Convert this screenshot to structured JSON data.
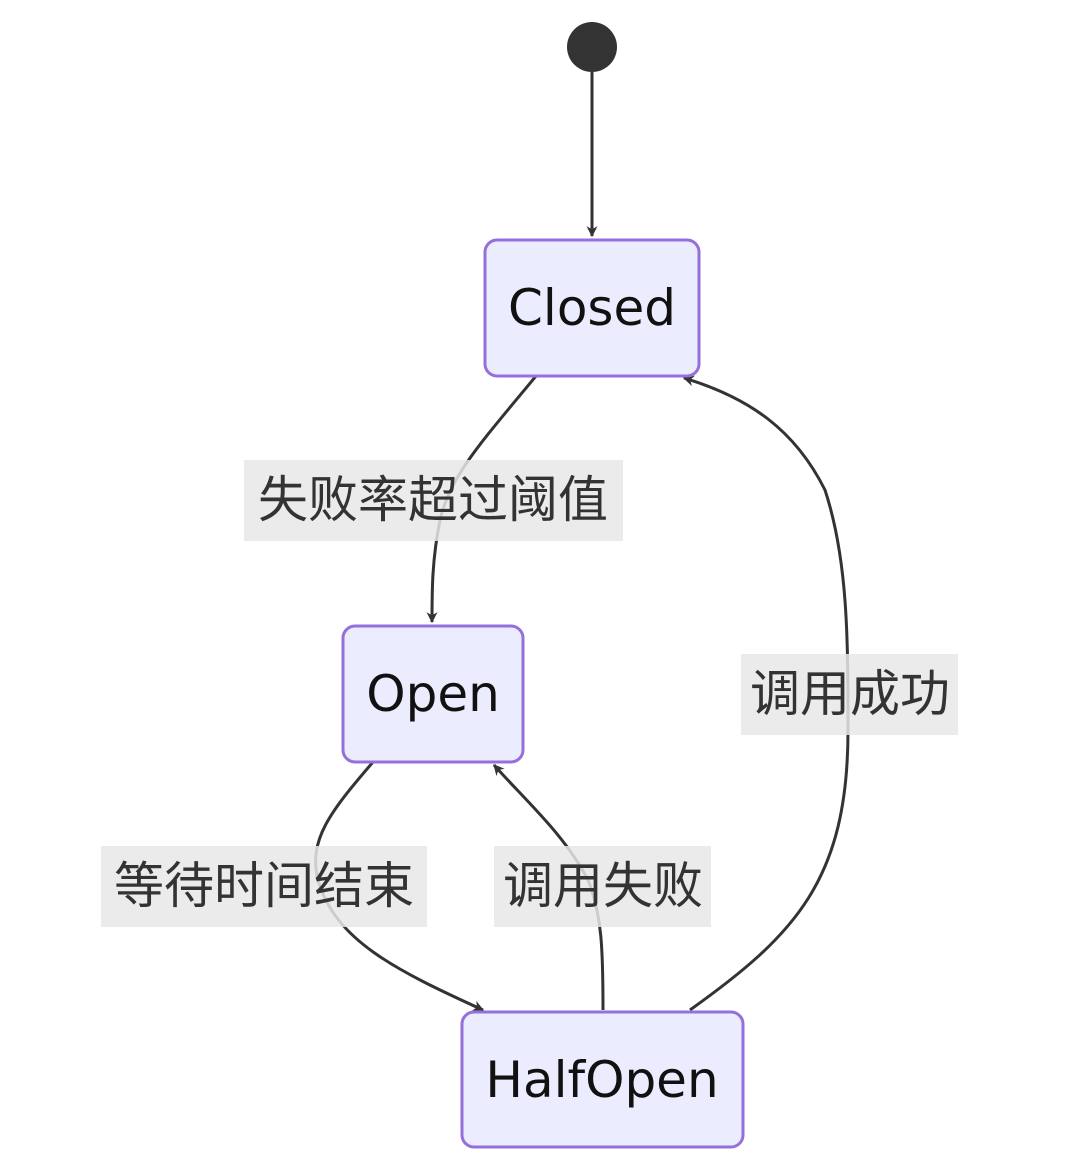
{
  "diagram": {
    "type": "state-diagram",
    "states": {
      "closed": "Closed",
      "open": "Open",
      "half_open": "HalfOpen"
    },
    "transitions": {
      "start_to_closed": "",
      "closed_to_open": "失败率超过阈值",
      "open_to_half_open": "等待时间结束",
      "half_open_to_open": "调用失败",
      "half_open_to_closed": "调用成功"
    }
  },
  "colors": {
    "state_fill": "#ececff",
    "state_border": "#9370db",
    "edge": "#333333",
    "label_background": "#e8e8e8"
  }
}
